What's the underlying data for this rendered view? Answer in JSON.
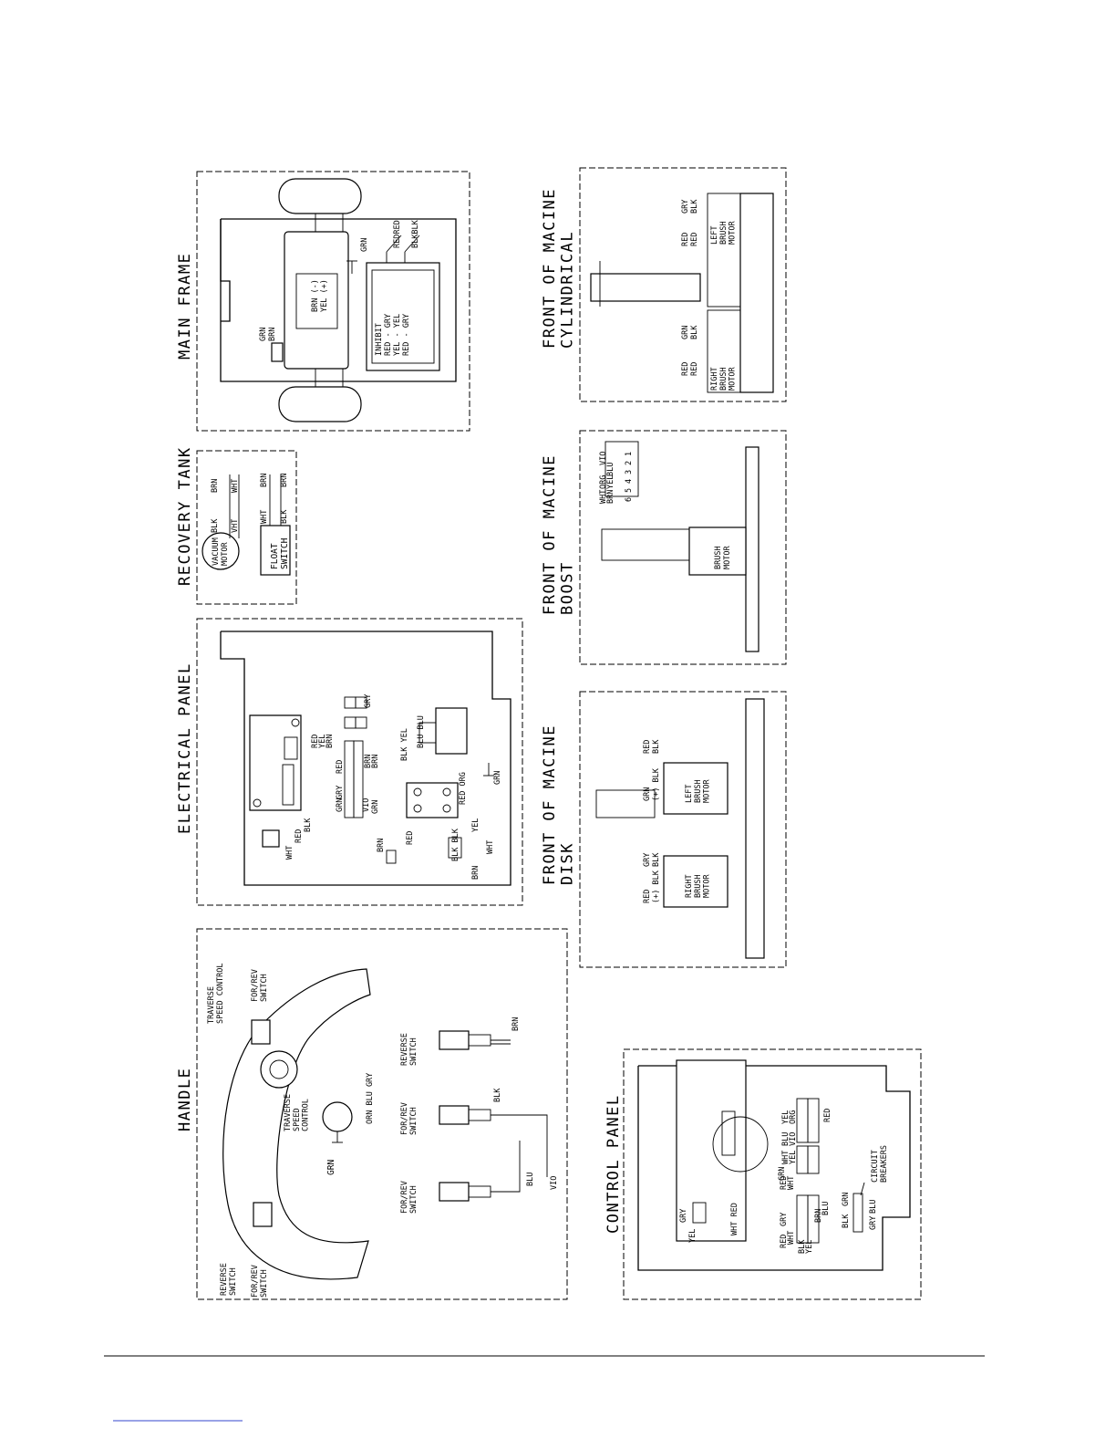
{
  "panels": {
    "main_frame": {
      "title": "MAIN FRAME",
      "labels": {
        "grn_brn": "GRN\nBRN",
        "brn_neg": "BRN (-)",
        "yel_pos": "YEL (+)",
        "grn_top": "GRN",
        "redred": "REDRED",
        "blkblk": "BLKBLK",
        "inhibit": "INHIBIT",
        "red_gry": "RED - GRY",
        "yel_yel": "YEL - YEL",
        "red_gry2": "RED - GRY"
      }
    },
    "recovery_tank": {
      "title": "RECOVERY TANK",
      "labels": {
        "vacuum_motor": "VACUUM\nMOTOR",
        "float_switch": "FLOAT\nSWITCH",
        "blk": "BLK",
        "brn": "BRN",
        "vht": "VHT",
        "wht": "WHT",
        "wht2": "WHT",
        "brn2": "BRN",
        "blk2": "BLK",
        "brn3": "BRN"
      }
    },
    "electrical_panel": {
      "title": "ELECTRICAL PANEL",
      "labels": {
        "gry": "GRY",
        "red_t": "RED",
        "yel_t": "YEL",
        "brn_t": "BRN",
        "blu_blu": "BLU BLU",
        "blk_yel": "BLK YEL",
        "red": "RED",
        "brn_a": "BRN",
        "brn_b": "BRN",
        "grn": "GRN",
        "vio": "VIO",
        "gry2": "GRY",
        "grn2": "GRN",
        "red_org": "RED ORG",
        "wht": "WHT",
        "red2": "RED",
        "blk": "BLK",
        "brn_c": "BRN",
        "red3": "RED",
        "yel": "YEL",
        "blk_blk": "BLK BLK",
        "wht2": "WHT",
        "brn_d": "BRN",
        "grn3": "GRN"
      }
    },
    "handle": {
      "title": "HANDLE",
      "labels": {
        "traverse_speed_control": "TRAVERSE\nSPEED CONTROL",
        "for_rev_switch_top": "FOR/REV\nSWITCH",
        "reverse_switch": "REVERSE\nSWITCH",
        "for_rev_switch_bottom": "FOR/REV\nSWITCH",
        "traverse_speed_control_2": "TRAVERSE\nSPEED\nCONTROL",
        "grn": "GRN",
        "wire_set": "ORN BLU GRY",
        "reverse_switch_2": "REVERSE\nSWITCH",
        "for_rev_switch_2": "FOR/REV\nSWITCH",
        "for_rev_switch_3": "FOR/REV\nSWITCH",
        "blk": "BLK",
        "brn": "BRN",
        "blu": "BLU",
        "vio": "VIO"
      }
    },
    "front_cylindrical": {
      "title": "FRONT OF MACINE\nCYLINDRICAL",
      "labels": {
        "gry_blk": "GRY\nBLK",
        "red_red": "RED\nRED",
        "left_brush_motor": "LEFT\nBRUSH\nMOTOR",
        "grn_blk": "GRN\nBLK",
        "red_red2": "RED\nRED",
        "right_brush_motor": "RIGHT\nBRUSH\nMOTOR"
      }
    },
    "front_boost": {
      "title": "FRONT OF MACINE\nBOOST",
      "labels": {
        "wires": [
          "VIO",
          "BLU",
          "ORG",
          "YEL",
          "WHT",
          "BRN"
        ],
        "nums": [
          "1",
          "2",
          "3",
          "4",
          "5",
          "6"
        ],
        "brush_motor": "BRUSH\nMOTOR"
      }
    },
    "front_disk": {
      "title": "FRONT OF MACINE\nDISK",
      "labels": {
        "red_blk": "RED\nBLK",
        "grn_blk": "GRN\n(+) BLK",
        "left_brush_motor": "LEFT\nBRUSH\nMOTOR",
        "gry_blk": "GRY\nBLK",
        "red_blk2": "RED\n(+) BLK",
        "right_brush_motor": "RIGHT\nBRUSH\nMOTOR"
      }
    },
    "control_panel": {
      "title": "CONTROL PANEL",
      "labels": {
        "yel": "YEL",
        "org": "ORG",
        "red": "RED",
        "blu": "BLU",
        "vio": "VIO",
        "wht": "WHT",
        "yel2": "YEL",
        "grn": "GRN",
        "red2": "RED",
        "wht2": "WHT",
        "gry": "GRY",
        "yel3": "YEL",
        "wht_red": "WHT RED",
        "blu2": "BLU",
        "brn": "BRN",
        "gry2": "GRY",
        "wht3": "WHT",
        "red3": "RED",
        "blk": "BLK",
        "yel4": "YEL",
        "circuit_breakers": "CIRCUIT\nBREAKERS",
        "gry3": "GRY",
        "blu3": "BLU",
        "grn2": "GRN",
        "blk2": "BLK"
      }
    }
  }
}
